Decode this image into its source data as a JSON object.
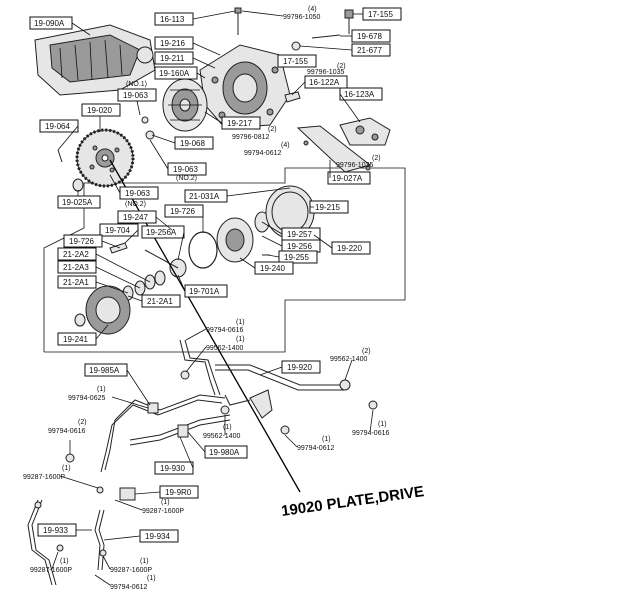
{
  "boxed_labels": {
    "l_19090a": "19-090A",
    "l_16113": "16-113",
    "l_17155a": "17-155",
    "l_19216": "19-216",
    "l_19211": "19-211",
    "l_19160a": "19-160A",
    "l_19678": "19-678",
    "l_21677": "21-677",
    "l_17155b": "17-155",
    "l_16122a": "16-122A",
    "l_16123a": "16-123A",
    "l_19063a": "19-063",
    "l_19020": "19-020",
    "l_19064": "19-064",
    "l_19068": "19-068",
    "l_19217": "19-217",
    "l_19063b": "19-063",
    "l_19027a": "19-027A",
    "l_19063c": "19-063",
    "l_19025a": "19-025A",
    "l_21031a": "21-031A",
    "l_19215": "19-215",
    "l_19247": "19-247",
    "l_19726a": "19-726",
    "l_19704": "19-704",
    "l_19256a": "19-256A",
    "l_19726b": "19-726",
    "l_19257": "19-257",
    "l_19256": "19-256",
    "l_19220": "19-220",
    "l_192a2": "21-2A2",
    "l_192a3": "21-2A3",
    "l_19255": "19-255",
    "l_19240": "19-240",
    "l_212a1a": "21-2A1",
    "l_212a1b": "21-2A1",
    "l_19701a": "19-701A",
    "l_19241": "19-241",
    "l_19985a": "19-985A",
    "l_19920": "19-920",
    "l_19930": "19-930",
    "l_19980a": "19-980A",
    "l_199r0": "19-9R0",
    "l_19933": "19-933",
    "l_19934": "19-934"
  },
  "plain_labels": {
    "p_1050": "99796-1050",
    "p_1050q": "(4)",
    "p_no1": "(NO.1)",
    "p_1035": "99796-1035",
    "p_1035q": "(2)",
    "p_0812a": "99796-0812",
    "p_0812aq": "(2)",
    "p_0612": "99794-0612",
    "p_0612q": "(4)",
    "p_1035b": "99796-1035",
    "p_1035bq": "(2)",
    "p_no2": "(NO.2)",
    "p_no2b": "(NO.2)",
    "p_0616a": "99794-0616",
    "p_0616aq": "(1)",
    "p_1400a": "99562-1400",
    "p_1400aq": "(1)",
    "p_1400b": "99562-1400",
    "p_1400bq": "(2)",
    "p_0625": "99794-0625",
    "p_0625q": "(1)",
    "p_0616b": "99794-0616",
    "p_0616bq": "(2)",
    "p_1400c": "99562-1400",
    "p_1400cq": "(1)",
    "p_0616c": "99794-0616",
    "p_0616cq": "(1)",
    "p_0612b": "99794-0612",
    "p_0612bq": "(1)",
    "p_1600a": "99287-1600P",
    "p_1600aq": "(1)",
    "p_1600b": "99287-1600P",
    "p_1600bq": "(1)",
    "p_1600c": "99287-1600P",
    "p_1600cq": "(1)",
    "p_1600d": "99287-1600P",
    "p_1600dq": "(1)",
    "p_0612c": "99794-0612",
    "p_0612cq": "(1)"
  },
  "callout": "19020 PLATE,DRIVE"
}
